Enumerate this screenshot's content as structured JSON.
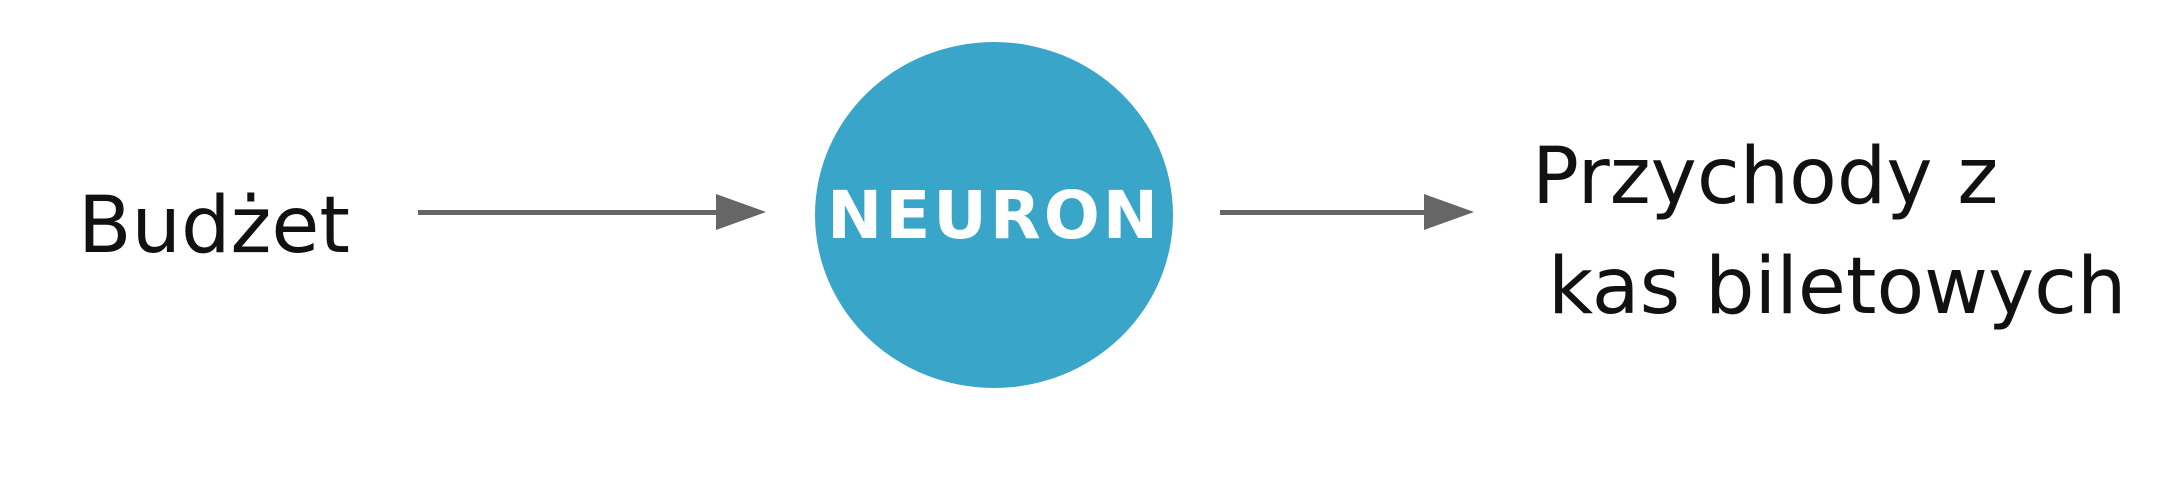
{
  "diagram": {
    "input_label": "Budżet",
    "node_label": "NEURON",
    "output_label_line1": "Przychody z",
    "output_label_line2": "kas biletowych",
    "colors": {
      "node_fill": "#39a5c8",
      "node_text": "#ffffff",
      "arrow": "#666666",
      "text": "#111111",
      "background": "#ffffff"
    }
  }
}
